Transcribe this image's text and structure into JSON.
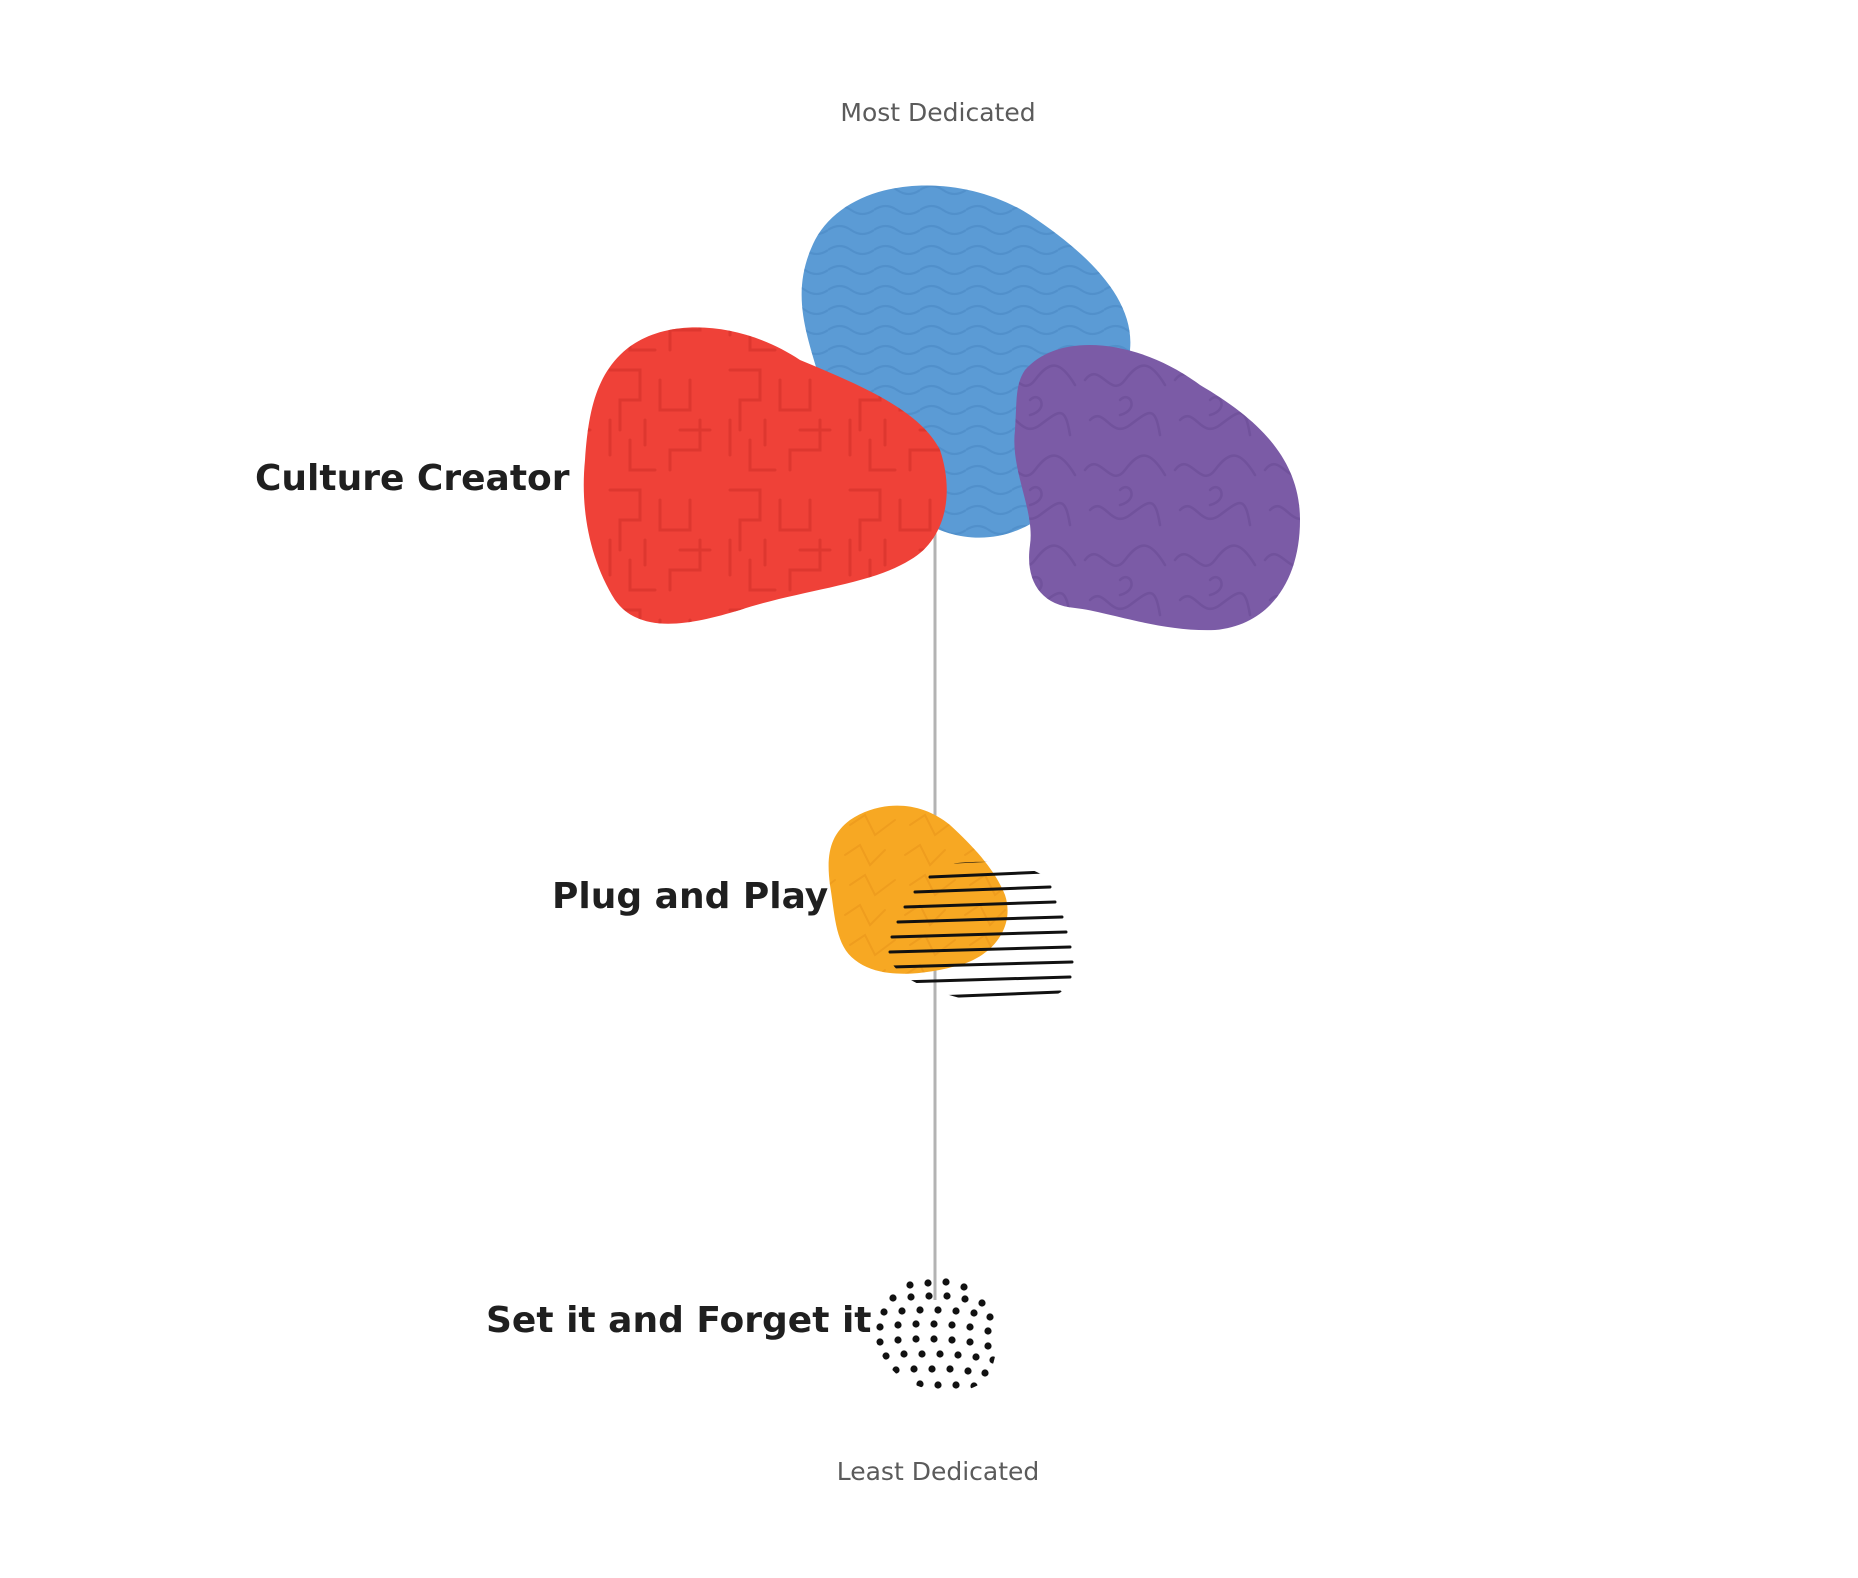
{
  "diagram": {
    "axis": {
      "top_label": "Most Dedicated",
      "bottom_label": "Least Dedicated",
      "line_color": "#b3b3b3"
    },
    "segments": [
      {
        "label": "Culture Creator",
        "blobs": [
          {
            "name": "blue-wavy-blob",
            "color": "#5b9bd5",
            "pattern": "wavy-lines"
          },
          {
            "name": "red-maze-blob",
            "color": "#ef4138",
            "pattern": "maze-lines"
          },
          {
            "name": "purple-squiggle-blob",
            "color": "#7b5ba6",
            "pattern": "squiggle-lines"
          }
        ]
      },
      {
        "label": "Plug and Play",
        "blobs": [
          {
            "name": "orange-blob",
            "color": "#f7a823",
            "pattern": "faint-scribble"
          },
          {
            "name": "black-hatched-blob",
            "color": "#111111",
            "pattern": "horizontal-strokes"
          }
        ]
      },
      {
        "label": "Set it and Forget it",
        "blobs": [
          {
            "name": "black-dotted-blob",
            "color": "#111111",
            "pattern": "dots"
          }
        ]
      }
    ]
  }
}
